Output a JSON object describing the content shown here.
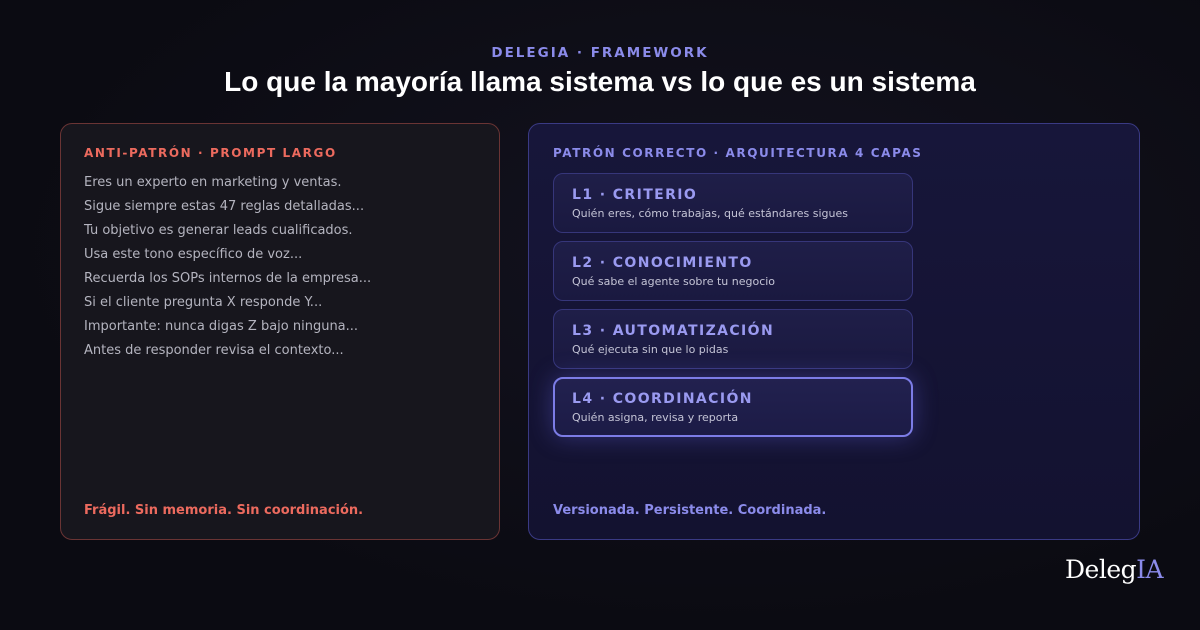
{
  "header": {
    "eyebrow": "DELEGIA · FRAMEWORK",
    "title": "Lo que la mayoría llama sistema vs lo que es un sistema"
  },
  "left_panel": {
    "heading": "ANTI-PATRÓN · PROMPT LARGO",
    "lines": [
      "Eres un experto en marketing y ventas.",
      "Sigue siempre estas 47 reglas detalladas...",
      "Tu objetivo es generar leads cualificados.",
      "Usa este tono específico de voz...",
      "Recuerda los SOPs internos de la empresa...",
      "Si el cliente pregunta X responde Y...",
      "Importante: nunca digas Z bajo ninguna...",
      "Antes de responder revisa el contexto..."
    ],
    "footer": "Frágil. Sin memoria. Sin coordinación."
  },
  "right_panel": {
    "heading": "PATRÓN CORRECTO · ARQUITECTURA 4 CAPAS",
    "layers": [
      {
        "title": "L1 · CRITERIO",
        "desc": "Quién eres, cómo trabajas, qué estándares sigues"
      },
      {
        "title": "L2 · CONOCIMIENTO",
        "desc": "Qué sabe el agente sobre tu negocio"
      },
      {
        "title": "L3 · AUTOMATIZACIÓN",
        "desc": "Qué ejecuta sin que lo pidas"
      },
      {
        "title": "L4 · COORDINACIÓN",
        "desc": "Quién asigna, revisa y reporta"
      }
    ],
    "footer": "Versionada. Persistente. Coordinada."
  },
  "logo": {
    "main": "Deleg",
    "accent": "IA"
  },
  "colors": {
    "accent": "#8b8bea",
    "warning": "#ec6a5e",
    "background": "#0c0c14"
  }
}
